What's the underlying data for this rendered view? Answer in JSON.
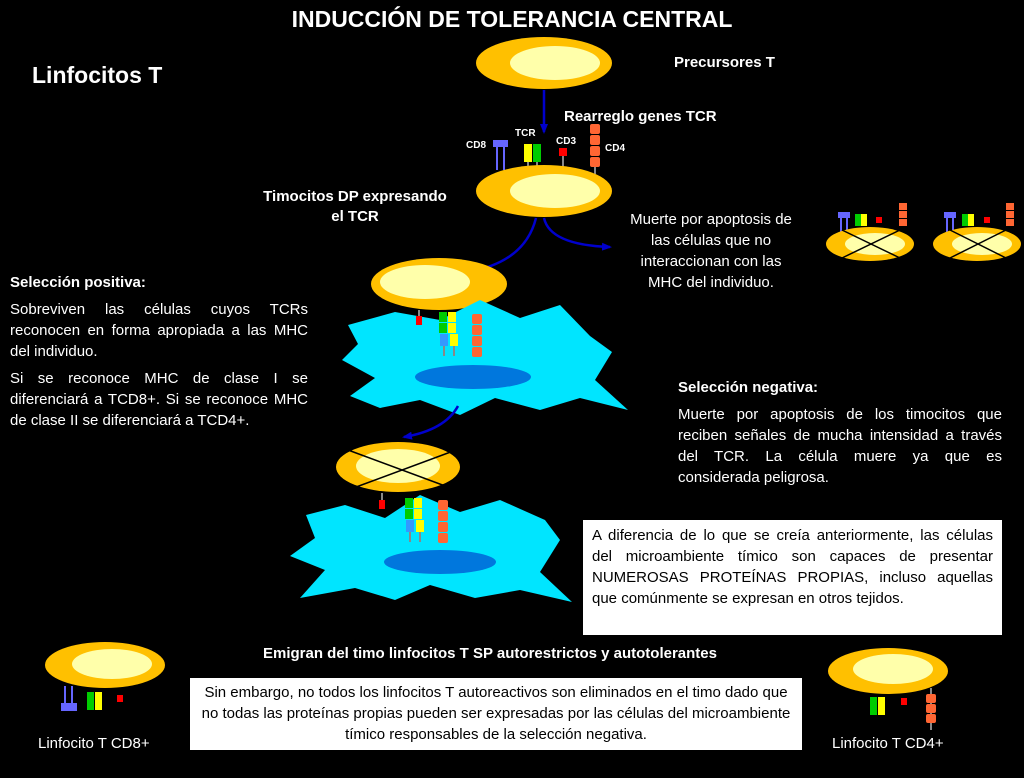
{
  "title": "INDUCCIÓN DE TOLERANCIA CENTRAL",
  "subtitle": "Linfocitos T",
  "labels": {
    "precursores": "Precursores T",
    "rearreglo": "Rearreglo genes TCR",
    "cd8": "CD8",
    "tcr": "TCR",
    "cd3": "CD3",
    "cd4": "CD4",
    "timocitos_line1": "Timocitos DP expresando",
    "timocitos_line2": "el TCR",
    "muerte_apoptosis": "Muerte por apoptosis de las células que no interaccionan con las MHC del individuo.",
    "emigran": "Emigran del timo linfocitos T SP autorestrictos y autotolerantes",
    "linfocito_cd8": "Linfocito T CD8+",
    "linfocito_cd4": "Linfocito T CD4+"
  },
  "seleccion_positiva": {
    "heading": "Selección positiva:",
    "p1": "Sobreviven las células cuyos TCRs reconocen en forma apropiada a las MHC del individuo.",
    "p2": "Si se reconoce MHC de clase I se diferenciará a TCD8+. Si se reconoce MHC de clase II se diferenciará a TCD4+."
  },
  "seleccion_negativa": {
    "heading": "Selección negativa:",
    "p1": "Muerte por apoptosis de los timocitos que reciben señales de mucha intensidad a través del TCR. La célula muere ya que es considerada peligrosa."
  },
  "box_microambiente": "A diferencia de lo que se creía anteriormente, las células del microambiente tímico son capaces de presentar NUMEROSAS PROTEÍNAS PROPIAS, incluso aquellas que comúnmente se expresan en otros tejidos.",
  "box_sin_embargo": "Sin embargo, no todos los linfocitos T autoreactivos son eliminados en el timo dado que no todas las proteínas propias pueden ser expresadas por las células del microambiente tímico responsables de la selección negativa.",
  "colors": {
    "cell_outer": "#FFC000",
    "cell_inner": "#FFFFAA",
    "stromal": "#00E5FF",
    "nucleus": "#0077DD",
    "arrow": "#0000CC"
  }
}
